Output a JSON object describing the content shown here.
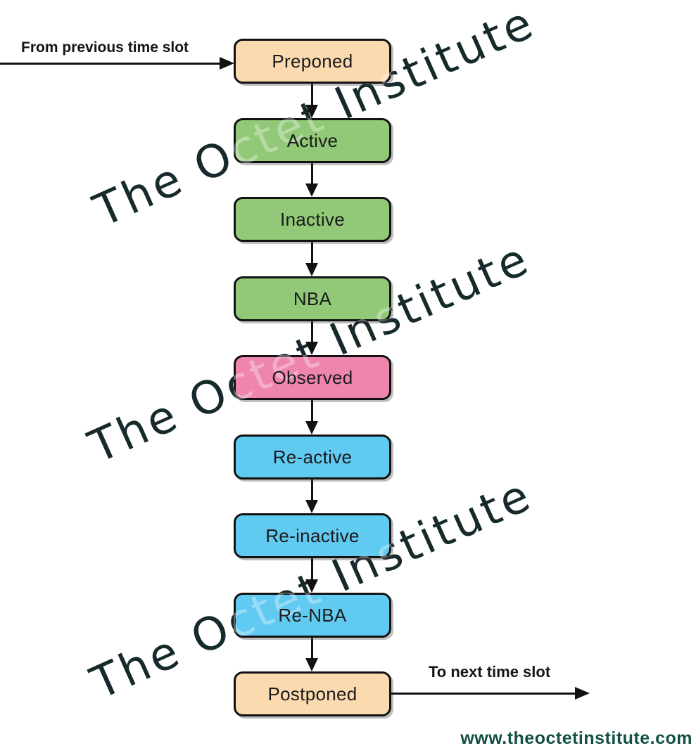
{
  "watermark": {
    "text": "The Octet Institute"
  },
  "flow": {
    "incoming_label": "From previous time slot",
    "outgoing_label": "To next time slot",
    "states": [
      {
        "id": "preponed",
        "label": "Preponed",
        "color": "peach"
      },
      {
        "id": "active",
        "label": "Active",
        "color": "green"
      },
      {
        "id": "inactive",
        "label": "Inactive",
        "color": "green"
      },
      {
        "id": "nba",
        "label": "NBA",
        "color": "green"
      },
      {
        "id": "observed",
        "label": "Observed",
        "color": "pink"
      },
      {
        "id": "re-active",
        "label": "Re-active",
        "color": "blue"
      },
      {
        "id": "re-inactive",
        "label": "Re-inactive",
        "color": "blue"
      },
      {
        "id": "re-nba",
        "label": "Re-NBA",
        "color": "blue"
      },
      {
        "id": "postponed",
        "label": "Postponed",
        "color": "peach"
      }
    ]
  },
  "palette": {
    "peach": "#fbdab0",
    "green": "#92c978",
    "pink": "#ee85af",
    "blue": "#61caf1",
    "outline": "#121212",
    "watermark": "#16292b",
    "link": "#134f46"
  },
  "footer": {
    "website": "www.theoctetinstitute.com"
  }
}
